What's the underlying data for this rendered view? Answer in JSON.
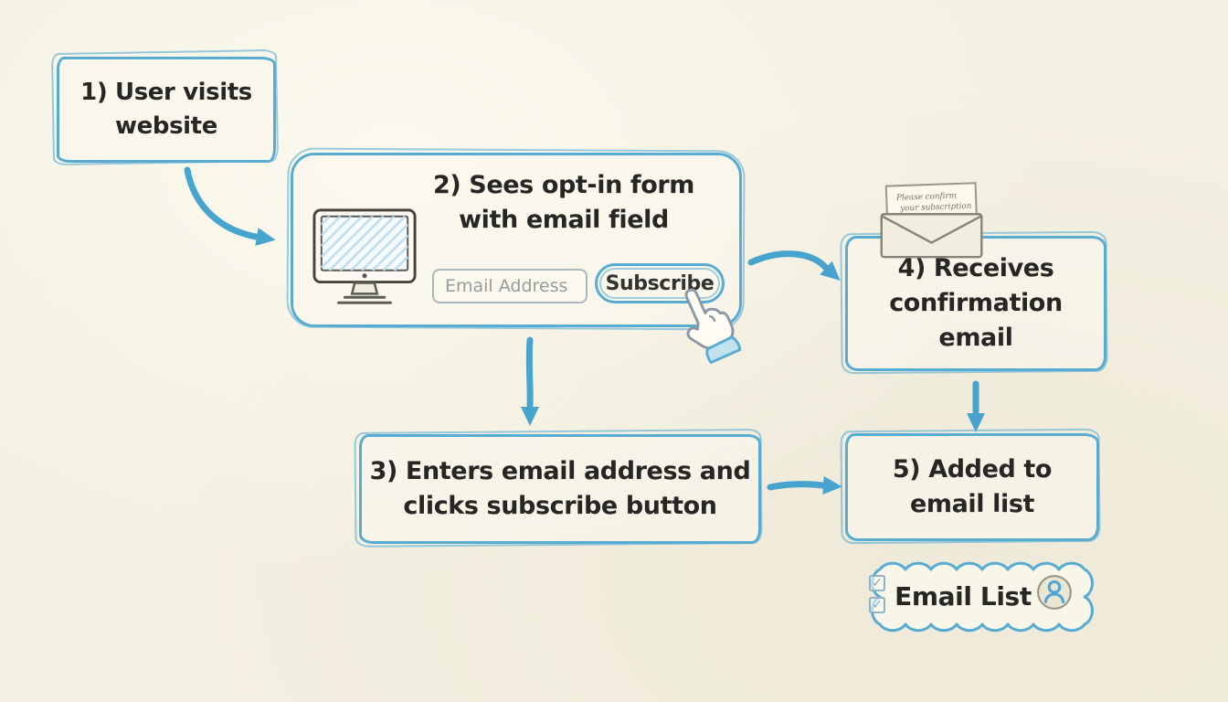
{
  "colors": {
    "background": "#f4f0e2",
    "sketch_blue": "#58acd2",
    "arrow_blue": "#47a4cf",
    "text_dark": "#262624",
    "placeholder_gray": "#969c9e"
  },
  "steps": {
    "step1": {
      "label": "1) User visits\nwebsite"
    },
    "step2": {
      "label": "2) Sees opt-in form\nwith email field",
      "email_placeholder": "Email Address",
      "subscribe_label": "Subscribe"
    },
    "step3": {
      "label": "3) Enters email address and\nclicks subscribe button"
    },
    "step4": {
      "label": "4) Receives\nconfirmation\nemail",
      "envelope_note_line1": "Please confirm",
      "envelope_note_line2": "your subscription"
    },
    "step5": {
      "label": "5) Added to\nemail list"
    },
    "email_list": {
      "label": "Email List",
      "check1": "✓",
      "check2": "✓"
    }
  },
  "icons": {
    "monitor": "monitor-icon",
    "envelope": "envelope-icon",
    "pointer_hand": "pointer-hand-icon",
    "person": "person-icon",
    "checkbox": "checkbox-icon"
  }
}
